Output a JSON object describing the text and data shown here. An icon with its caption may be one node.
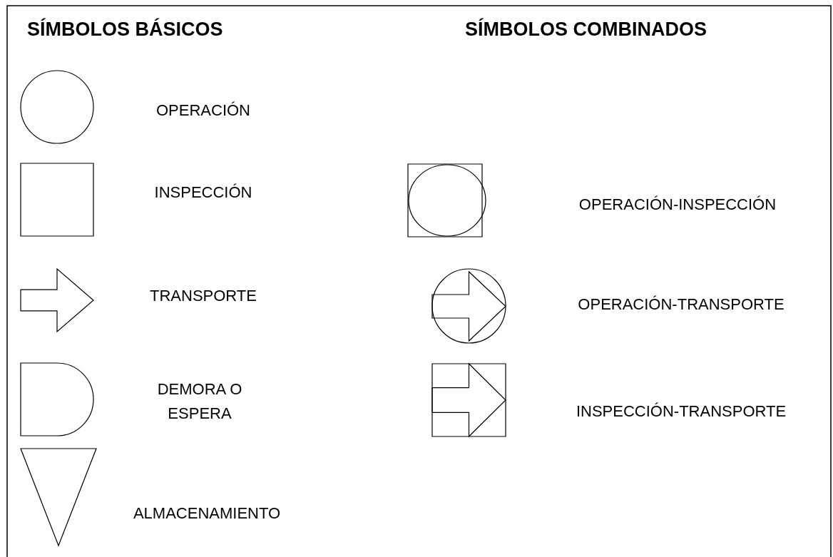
{
  "diagram": {
    "nodes": [
      {
        "text": [],
        "shape": "circle"
      },
      {
        "text": [],
        "shape": "box"
      },
      {
        "text": [],
        "shape": "arrow"
      },
      {
        "text": [],
        "shape": "delay"
      },
      {
        "text": [],
        "shape": "triangle"
      },
      {
        "text": [],
        "shape": "box"
      },
      {
        "text": [],
        "shape": "circle",
        "in": 5
      },
      {
        "text": [],
        "shape": "circle"
      },
      {
        "text": [],
        "shape": "arrow",
        "in": 7
      },
      {
        "text": [],
        "shape": "box"
      },
      {
        "text": [],
        "shape": "arrow",
        "in": 9
      }
    ],
    "labels": [
      "SÍMBOLOS BÁSICOS",
      "SÍMBOLOS COMBINADOS",
      "OPERACIÓN",
      "INSPECCIÓN",
      "OPERACIÓN-INSPECCIÓN",
      "TRANSPORTE",
      "OPERACIÓN-TRANSPORTE",
      "DEMORA O ESPERA",
      "INSPECCIÓN-TRANSPORTE",
      "ALMACENAMIENTO"
    ]
  }
}
